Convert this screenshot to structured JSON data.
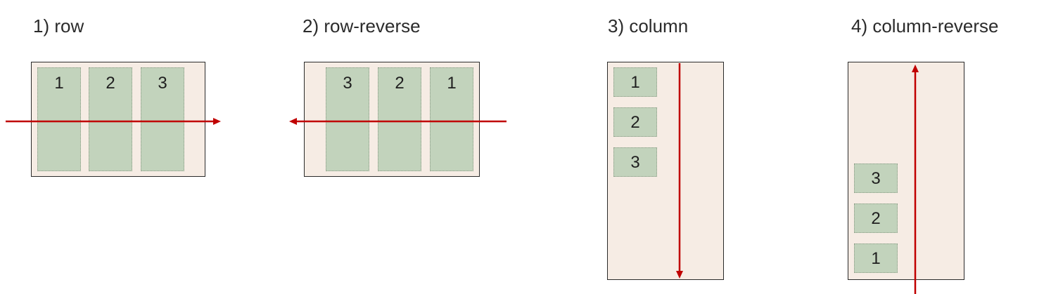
{
  "panels": [
    {
      "title": "1) row",
      "items": [
        "1",
        "2",
        "3"
      ]
    },
    {
      "title": "2) row-reverse",
      "items": [
        "3",
        "2",
        "1"
      ]
    },
    {
      "title": "3) column",
      "items": [
        "1",
        "2",
        "3"
      ]
    },
    {
      "title": "4) column-reverse",
      "items": [
        "3",
        "2",
        "1"
      ]
    }
  ],
  "colors": {
    "container": "#f6ece4",
    "item": "#c2d3bc",
    "arrow": "#c00000",
    "border": "#2a2a2a"
  }
}
